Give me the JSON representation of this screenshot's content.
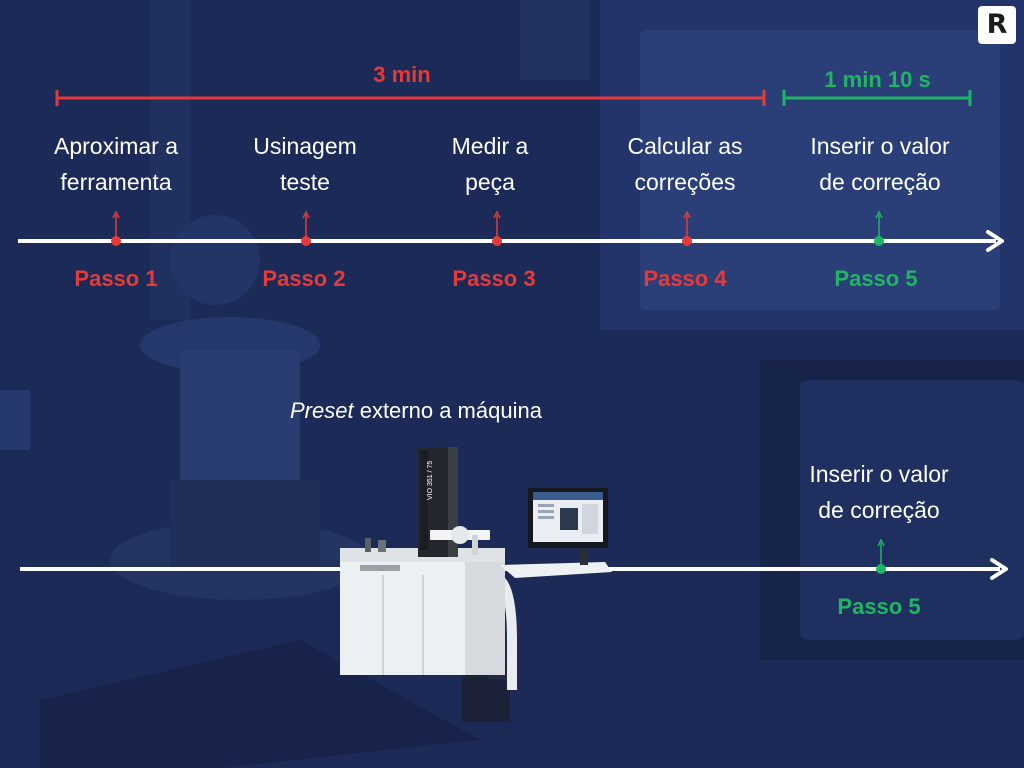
{
  "logo": {
    "letter": "R"
  },
  "colors": {
    "background": "#1b2a57",
    "red": "#e53a3a",
    "green": "#1fb563",
    "line": "#ffffff"
  },
  "timeline_top": {
    "duration_red": "3 min",
    "duration_green": "1 min 10 s",
    "steps": [
      {
        "line1": "Aproximar a",
        "line2": "ferramenta",
        "step_label": "Passo 1",
        "color": "red"
      },
      {
        "line1": "Usinagem",
        "line2": "teste",
        "step_label": "Passo 2",
        "color": "red"
      },
      {
        "line1": "Medir a",
        "line2": "peça",
        "step_label": "Passo 3",
        "color": "red"
      },
      {
        "line1": "Calcular as",
        "line2": "correções",
        "step_label": "Passo 4",
        "color": "red"
      },
      {
        "line1": "Inserir o valor",
        "line2": "de correção",
        "step_label": "Passo 5",
        "color": "green"
      }
    ]
  },
  "timeline_bottom": {
    "caption_italic": "Preset",
    "caption_rest": " externo a máquina",
    "step": {
      "line1": "Inserir o valor",
      "line2": "de correção",
      "step_label": "Passo 5",
      "color": "green"
    },
    "machine_screen_text": "VIO 351 / 75",
    "machine_icon": "tool-presetter-machine-icon"
  }
}
